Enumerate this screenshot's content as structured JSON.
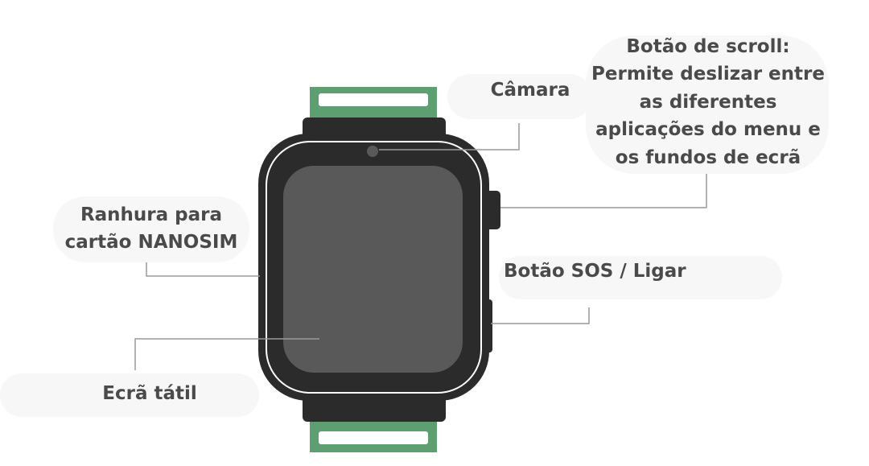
{
  "labels": {
    "camera": "Câmara",
    "scroll_title": "Botão de scroll:",
    "scroll_line1": "Permite deslizar entre",
    "scroll_line2": "as diferentes",
    "scroll_line3": "aplicações do menu e",
    "scroll_line4": "os fundos de ecrã",
    "sim_line1": "Ranhura para",
    "sim_line2": "cartão NANOSIM",
    "sos": "Botão SOS / Ligar",
    "touchscreen": "Ecrã tátil"
  },
  "colors": {
    "strap": "#5e9f72",
    "case": "#2b2b2b",
    "screen": "#595959",
    "leader": "#9a9a9a",
    "text": "#4a4a4a"
  }
}
